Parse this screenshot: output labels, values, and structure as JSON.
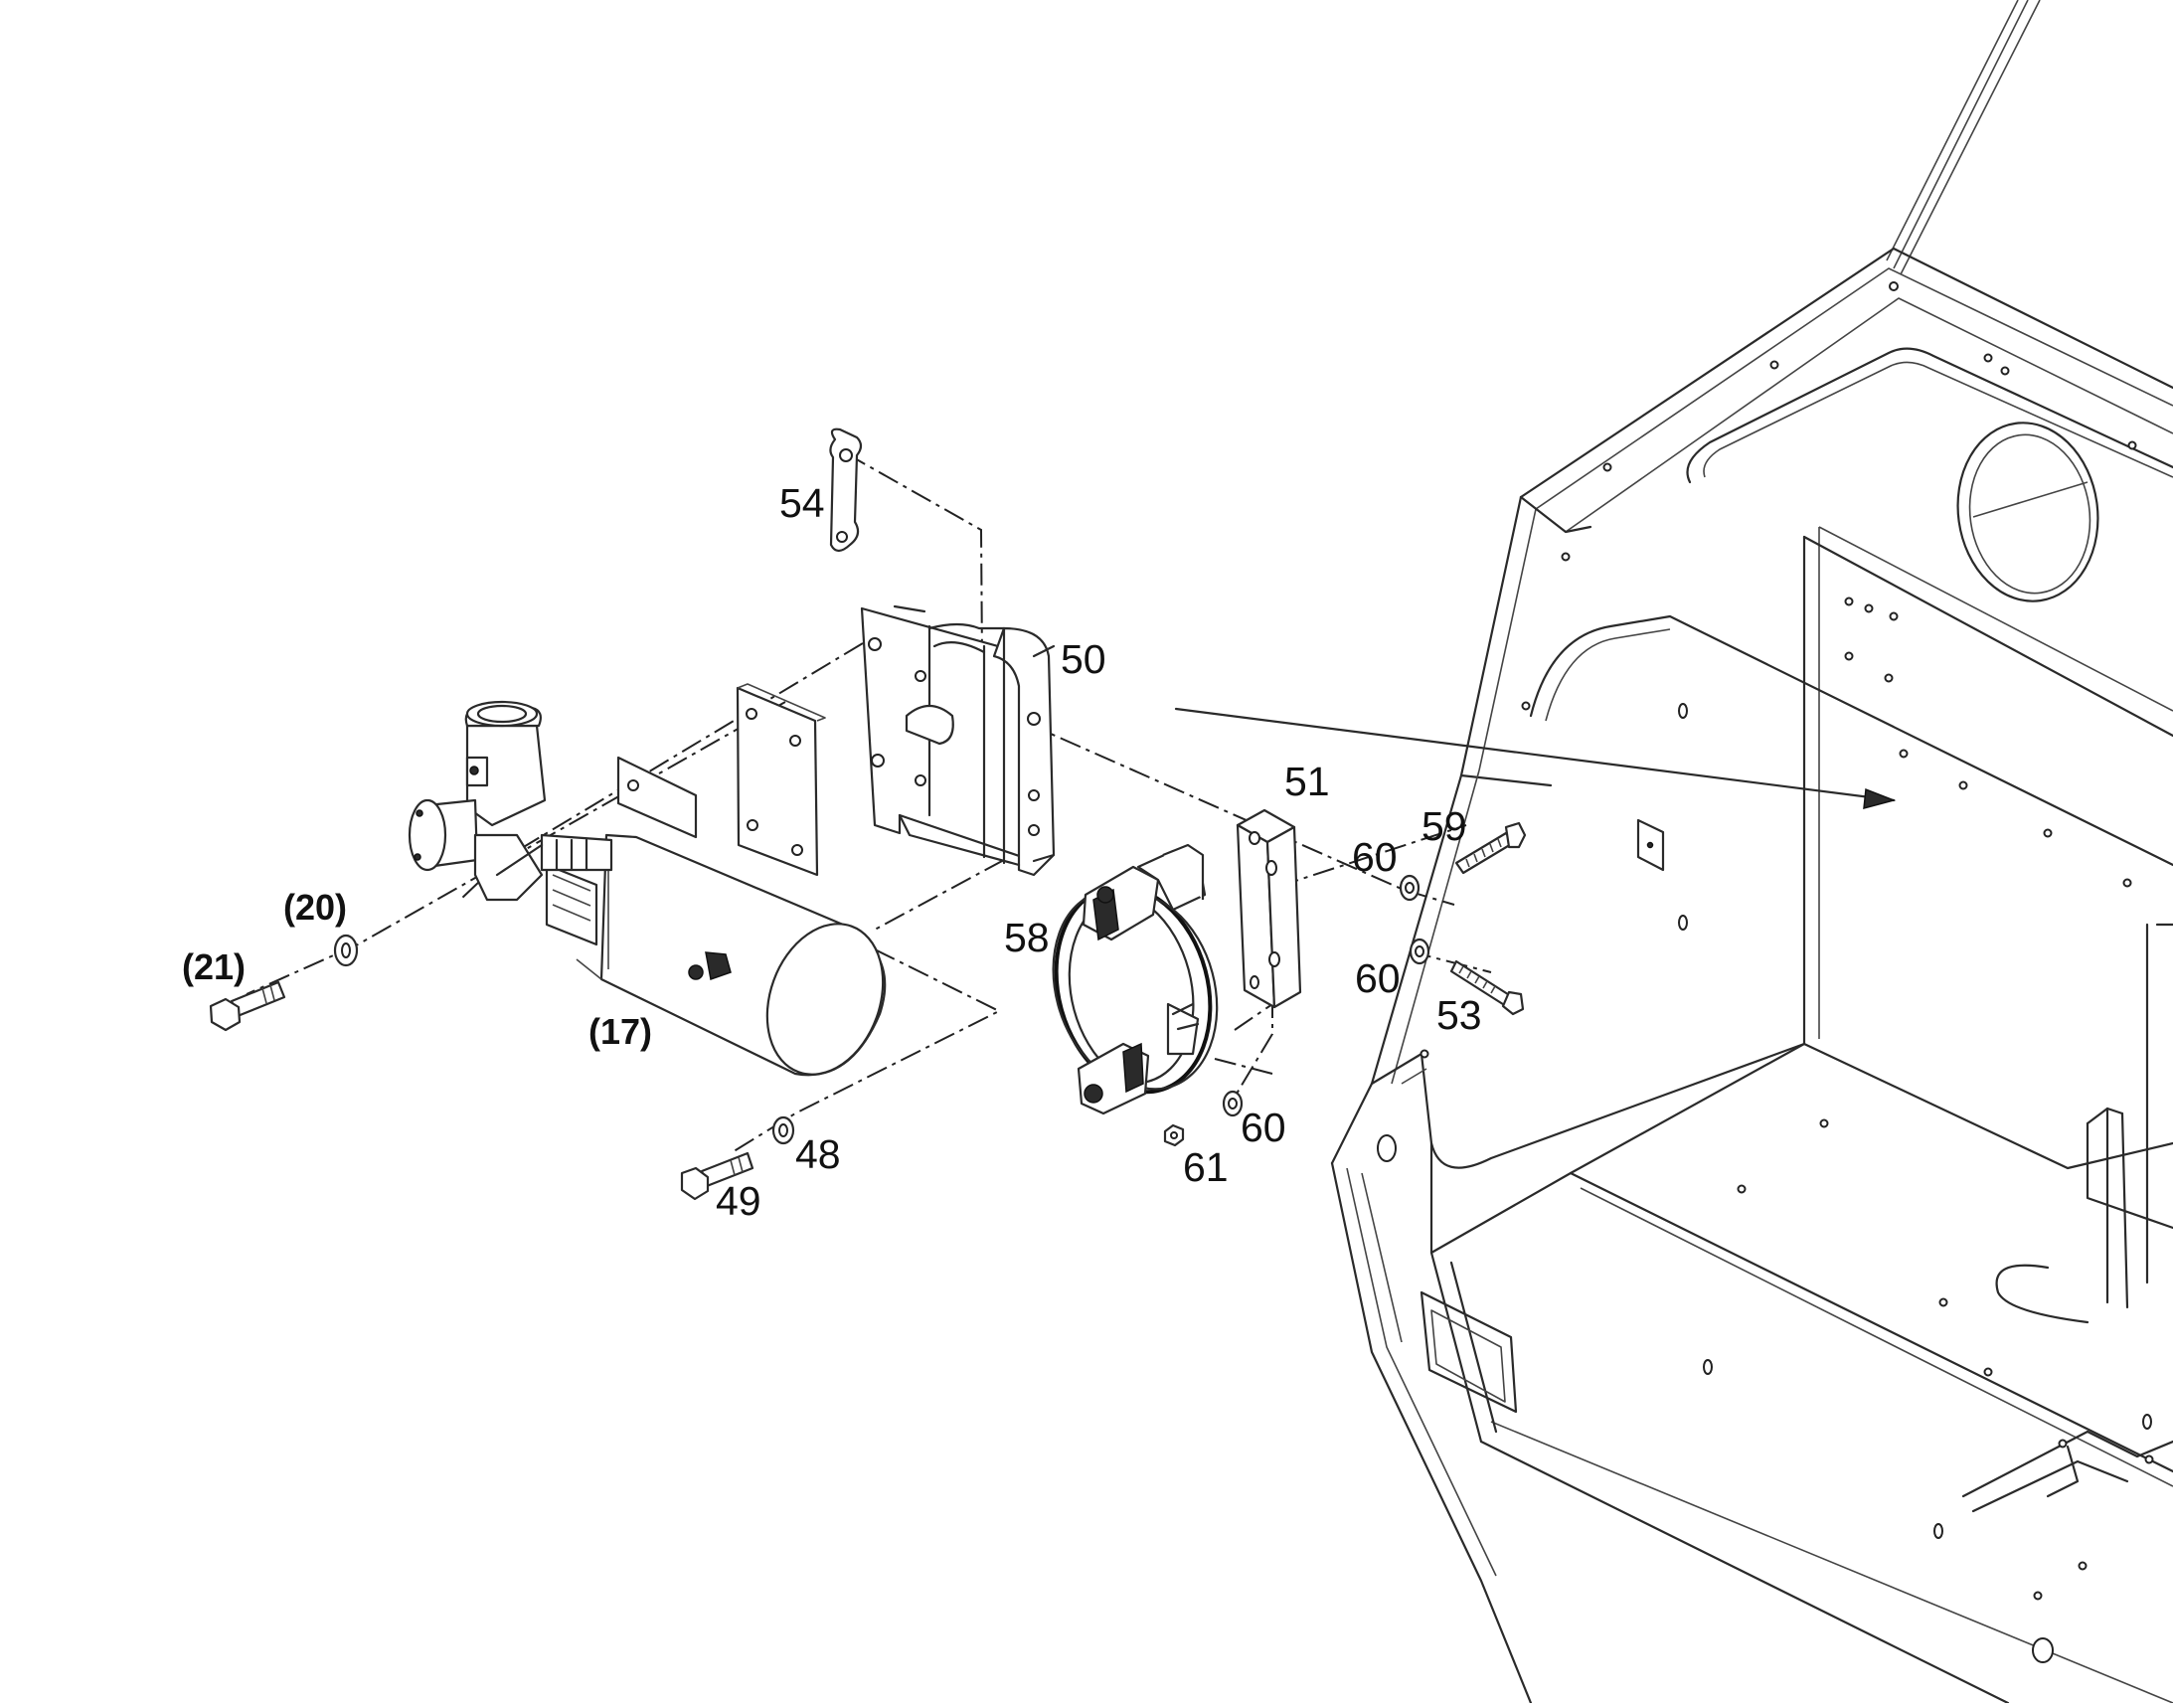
{
  "labels": {
    "p54": "54",
    "p50": "50",
    "p51": "51",
    "p59": "59",
    "p60a": "60",
    "p60b": "60",
    "p60c": "60",
    "p53": "53",
    "p58": "58",
    "p61": "61",
    "p48": "48",
    "p49": "49",
    "p20": "(20)",
    "p21": "(21)",
    "p17": "(17)"
  }
}
